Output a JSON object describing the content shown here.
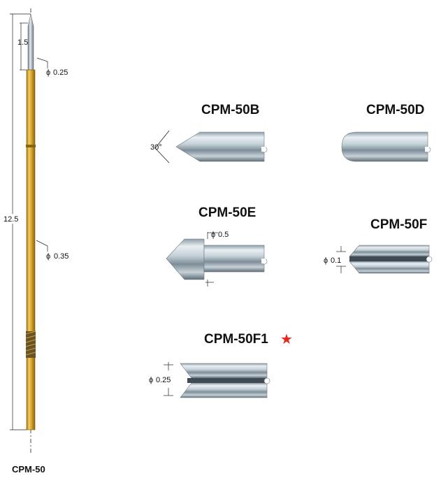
{
  "diagram": {
    "probe": {
      "caption": "CPM-50",
      "dim_tip_length": "1.5",
      "dim_tip_dia": "0.25",
      "dim_total_length": "12.5",
      "dim_barrel_dia": "0.35",
      "diameter_symbol": "ϕ",
      "colors": {
        "barrel": "#d9a625",
        "plunger": "#b7c6d0",
        "ring": "#6b5424"
      }
    },
    "tips": {
      "b": {
        "title": "CPM-50B",
        "angle": "30°"
      },
      "d": {
        "title": "CPM-50D"
      },
      "e": {
        "title": "CPM-50E",
        "dim": "0.5"
      },
      "f": {
        "title": "CPM-50F",
        "dim": "0.1"
      },
      "f1": {
        "title": "CPM-50F1",
        "dim": "0.25",
        "mark": "★",
        "mark_color": "#e8261c"
      }
    }
  }
}
